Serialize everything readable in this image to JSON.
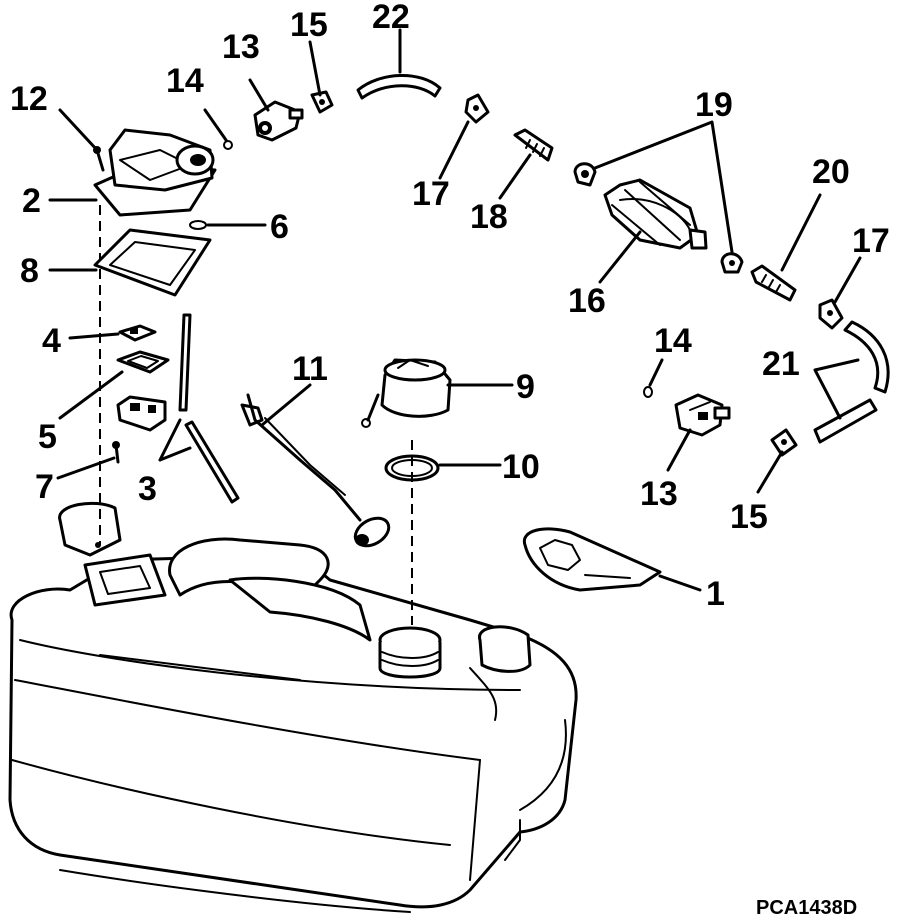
{
  "diagram": {
    "figure_code": "PCA1438D",
    "callouts": {
      "c1": "1",
      "c2": "2",
      "c3": "3",
      "c4": "4",
      "c5": "5",
      "c6": "6",
      "c7": "7",
      "c8": "8",
      "c9": "9",
      "c10": "10",
      "c11": "11",
      "c12": "12",
      "c13a": "13",
      "c13b": "13",
      "c14a": "14",
      "c14b": "14",
      "c15a": "15",
      "c15b": "15",
      "c16": "16",
      "c17a": "17",
      "c17b": "17",
      "c18": "18",
      "c19": "19",
      "c20": "20",
      "c21": "21",
      "c22": "22"
    }
  }
}
